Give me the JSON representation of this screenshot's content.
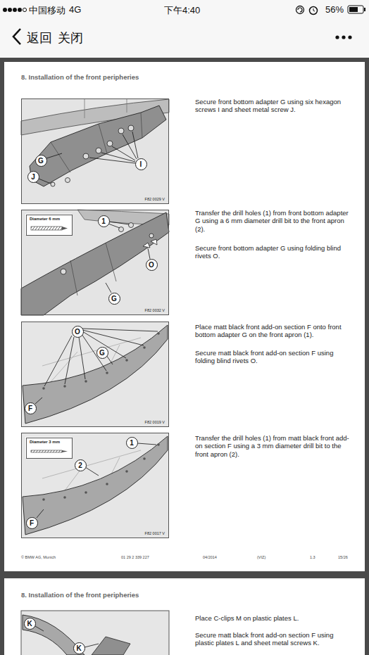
{
  "diagram": {
    "title": "8. Installation of the front peripheries",
    "nodes": [
      {
        "text": [
          "F82 0029 V"
        ]
      },
      {
        "text": [
          "F82 0032 V"
        ]
      },
      {
        "text": [
          "Diameter 6 mm"
        ],
        "in": 1
      },
      {
        "text": [
          "F82 0019 V"
        ]
      },
      {
        "text": [
          "F82 0017 V"
        ]
      },
      {
        "text": [
          "Diameter 3 mm"
        ],
        "in": 4
      }
    ],
    "labels": [
      "中国移动",
      "4G",
      "下午4:40",
      "56%",
      "返回",
      "关闭",
      "Secure front bottom adapter G using six hexagon screws I and sheet metal screw J.",
      "G",
      "J",
      "I",
      "Transfer the drill holes (1) from front bottom adapter G using a 6 mm diameter drill bit to the front apron (2).",
      "Secure front bottom adapter G using folding blind rivets O.",
      "1",
      "O",
      "G",
      "Place matt black front add-on section F onto front bottom adapter G on the front apron (1).",
      "Secure matt black front add-on section F using folding blind rivets O.",
      "O",
      "G",
      "F",
      "Transfer the drill holes (1) from matt black front add-on section F using a 3 mm diameter drill bit to the front apron (2).",
      "1",
      "2",
      "F",
      "© BMW AG, Munich",
      "01 29 2 339 227",
      "04/2014",
      "(VIZ)",
      "1.3",
      "15/26",
      "8. Installation of the front peripheries",
      "Place C-clips M on plastic plates L.",
      "Secure matt black front add-on section F using plastic plates L and sheet metal screws K.",
      "K",
      "K"
    ]
  }
}
